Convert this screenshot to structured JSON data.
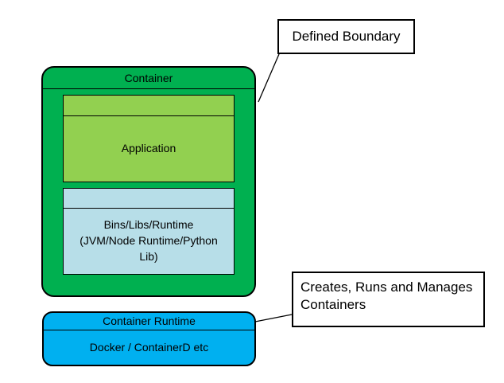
{
  "colors": {
    "container_fill": "#00b050",
    "application_fill": "#92d050",
    "bins_fill": "#b7dee8",
    "runtime_fill": "#00b0f0",
    "callout_fill": "#ffffff",
    "border": "#000000",
    "text": "#000000",
    "background": "#ffffff"
  },
  "container": {
    "title": "Container",
    "application": {
      "label": "Application"
    },
    "bins_libs": {
      "lines": {
        "0": "Bins/Libs/Runtime",
        "1": "(JVM/Node Runtime/Python",
        "2": "Lib)"
      }
    }
  },
  "runtime": {
    "title": "Container Runtime",
    "label": "Docker / ContainerD etc"
  },
  "callouts": {
    "defined_boundary": {
      "text": "Defined Boundary"
    },
    "creates_runs": {
      "text": "Creates, Runs and Manages Containers"
    }
  }
}
